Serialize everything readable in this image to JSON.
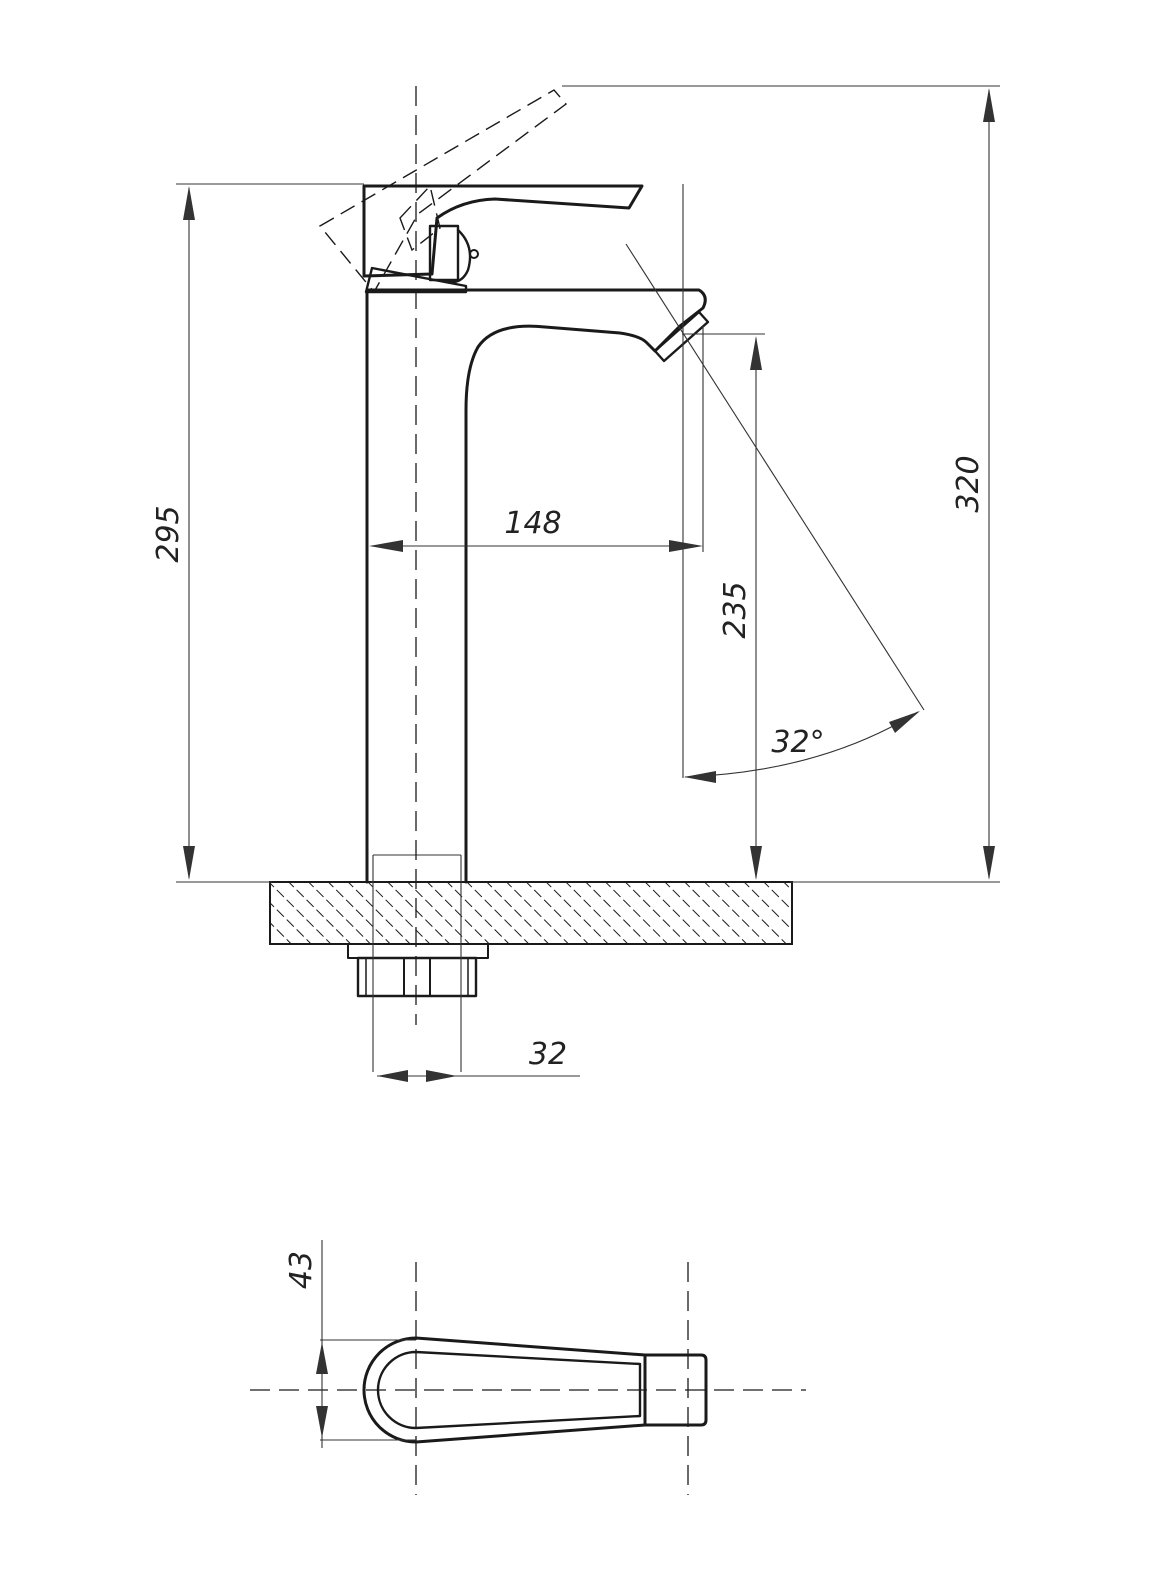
{
  "dimensions": {
    "overall_height": "320",
    "lever_height": "295",
    "spout_reach": "148",
    "outlet_height": "235",
    "lever_angle": "32°",
    "shank_diameter": "32",
    "handle_width": "43"
  },
  "colors": {
    "line": "#1a1a1a",
    "dimension_line": "#333333",
    "background": "#ffffff"
  }
}
